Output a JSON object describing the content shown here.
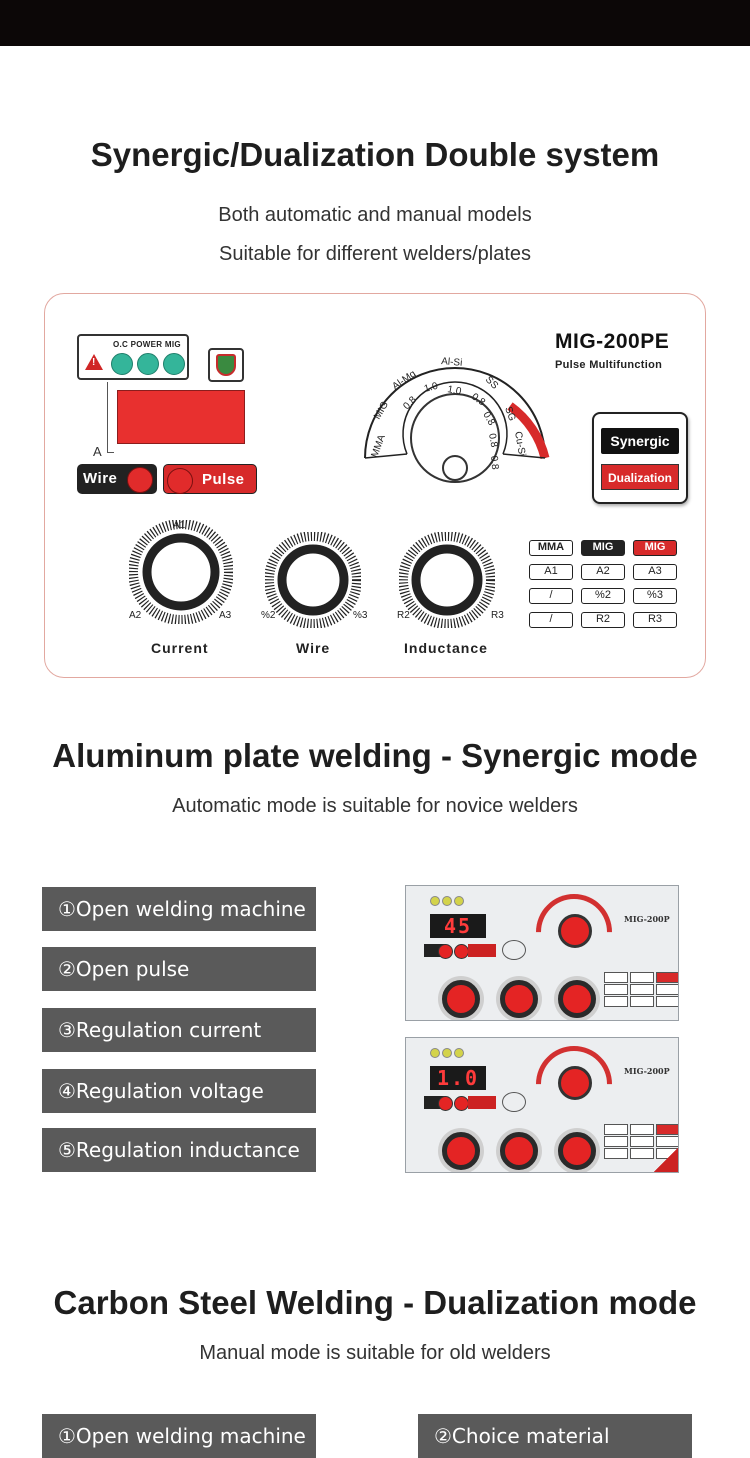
{
  "section1": {
    "title": "Synergic/Dualization Double system",
    "subtitle1": "Both automatic and manual models",
    "subtitle2": "Suitable for different welders/plates"
  },
  "panel": {
    "indicator_title": "O.C POWER MIG",
    "a_label": "A",
    "wire_button": "Wire",
    "pulse_button": "Pulse",
    "model": "MIG-200PE",
    "model_subtitle": "Pulse Multifunction",
    "dial_labels": [
      "MMA",
      "MIG",
      "Al-Mg",
      "0.8",
      "1.0",
      "Al-Si",
      "1.0",
      "0.8",
      "SS",
      "0.8",
      "SG",
      "0.8",
      "Cu-Si",
      "0.8"
    ],
    "mode_synergic": "Synergic",
    "mode_dualization": "Dualization",
    "knobs": [
      {
        "label": "Current",
        "top_mark": "A1",
        "left_mark": "A2",
        "right_mark": "A3"
      },
      {
        "label": "Wire",
        "top_mark": "",
        "left_mark": "%2",
        "right_mark": "%3"
      },
      {
        "label": "Inductance",
        "top_mark": "",
        "left_mark": "R2",
        "right_mark": "R3"
      }
    ],
    "grid": [
      [
        "MMA",
        "MIG",
        "MIG"
      ],
      [
        "A1",
        "A2",
        "A3"
      ],
      [
        "/",
        "%2",
        "%3"
      ],
      [
        "/",
        "R2",
        "R3"
      ]
    ],
    "colors": {
      "red": "#d72a2a",
      "green_led": "#34b59a",
      "border": "#e2a8a0"
    }
  },
  "section2": {
    "title": "Aluminum plate welding - Synergic mode",
    "subtitle": "Automatic mode is suitable for novice welders",
    "steps": [
      "①Open welding machine",
      "②Open pulse",
      "③Regulation current",
      "④Regulation voltage",
      "⑤Regulation inductance"
    ],
    "photo1_display": "45",
    "photo2_display": "1.0",
    "photo_model": "MIG-200P"
  },
  "section3": {
    "title": "Carbon Steel Welding - Dualization mode",
    "subtitle": "Manual mode is suitable for old welders",
    "steps": [
      "①Open welding machine",
      "②Choice material"
    ]
  }
}
